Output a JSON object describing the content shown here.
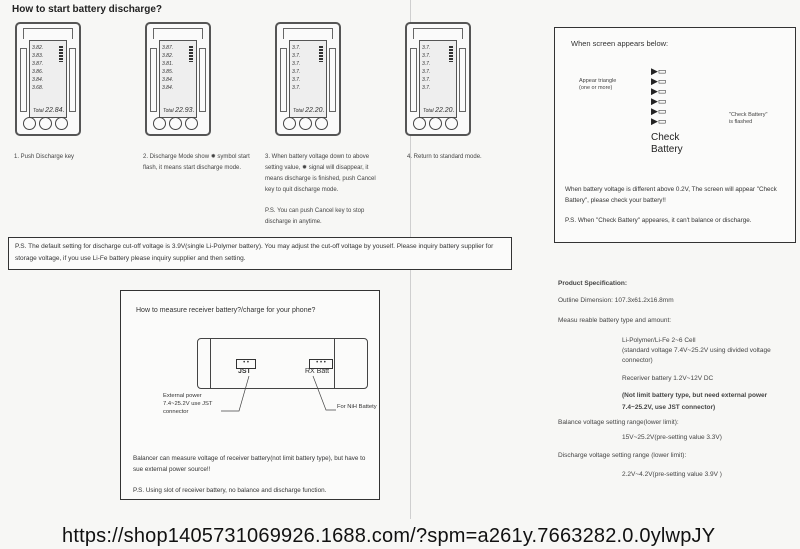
{
  "title": "How to start battery discharge?",
  "devices": [
    {
      "cells": [
        "3.82.",
        "3.83.",
        "3.87.",
        "3.86.",
        "3.84.",
        "3.68."
      ],
      "total_label": "Total",
      "total": "22.84."
    },
    {
      "cells": [
        "3.87.",
        "3.82.",
        "3.81.",
        "3.85.",
        "3.84.",
        "3.84."
      ],
      "total_label": "Total",
      "total": "22.93."
    },
    {
      "cells": [
        "3.7.",
        "3.7.",
        "3.7.",
        "3.7.",
        "3.7.",
        "3.7."
      ],
      "total_label": "Total",
      "total": "22.20."
    },
    {
      "cells": [
        "3.7.",
        "3.7.",
        "3.7.",
        "3.7.",
        "3.7.",
        "3.7."
      ],
      "total_label": "Total",
      "total": "22.20."
    }
  ],
  "steps": {
    "s1": "1. Push Discharge key",
    "s2": "2. Discharge Mode show ✹ symbol start flash, it means start discharge mode.",
    "s3": "3. When battery voltage down to above setting value, ✹ signal will disappear, it means discharge is finished, push Cancel key to quit discharge mode.",
    "s3_ps": "P.S.  You can push Cancel key to stop discharge in anytime.",
    "s4": "4. Return to standard mode."
  },
  "ps_default": "P.S. The default setting for discharge cut-off voltage is 3.9V(single Li-Polymer battery). You may adjust the cut-off voltage by youself. Please inquiry battery supplier for storage voltage, if you use Li-Fe battery please inquiry supplier and then setting.",
  "check": {
    "heading": "When screen appears below:",
    "triangle_note_1": "Appear triangle",
    "triangle_note_2": "(one or more)",
    "flash_note_1": "\"Check Battery\"",
    "flash_note_2": "is flashed",
    "screen_text_1": "Check",
    "screen_text_2": "Battery",
    "desc": "When battery voltage is different above 0.2V, The screen will appear \"Check Battery\", please check your battery!!",
    "ps": "P.S. When \"Check Battery\" appeares, it can't balance or discharge."
  },
  "receiver": {
    "heading": "How to measure receiver battery?/charge for your phone?",
    "jst": "JST",
    "rx": "RX Batt",
    "ext_1": "External power",
    "ext_2": "7.4~25.2V use JST",
    "ext_3": "connector",
    "nih": "For NiH Battety",
    "desc": "Balancer can measure voltage of receiver battery(not limit battery type), but have to sue external power source!!",
    "ps": "P.S. Using slot of receiver battery, no balance and discharge function."
  },
  "spec": {
    "heading": "Product Specification:",
    "dimension": "Outline Dimension: 107.3x61.2x16.8mm",
    "measurable": "Measu reable battery type and amount:",
    "lipo": "Li-Polymer/Li-Fe 2~6 Cell",
    "lipo_note": "(standard voltage 7.4V~25.2V using divided voltage connector)",
    "receiver": "Receriver battery 1.2V~12V DC",
    "receiver_note": "(Not limit battery type, but need external power 7.4~25.2V, use JST connector)",
    "balance_label": "Balance voltage setting range(lower limit):",
    "balance_value": "15V~25.2V(pre-setting value 3.3V)",
    "discharge_label": "Discharge voltage setting range (lower limit):",
    "discharge_value": "2.2V~4.2V(pre-setting value 3.9V )"
  },
  "url": "https://shop1405731069926.1688.com/?spm=a261y.7663282.0.0ylwpJY"
}
